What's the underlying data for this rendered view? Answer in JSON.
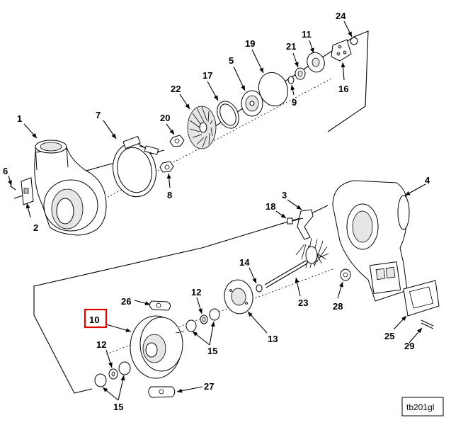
{
  "diagram": {
    "figure_id": "tb201gl",
    "highlight_color": "#e00000",
    "callouts": [
      {
        "label": "1"
      },
      {
        "label": "2"
      },
      {
        "label": "3"
      },
      {
        "label": "4"
      },
      {
        "label": "5"
      },
      {
        "label": "6"
      },
      {
        "label": "7"
      },
      {
        "label": "8"
      },
      {
        "label": "9"
      },
      {
        "label": "10",
        "highlighted": true
      },
      {
        "label": "11"
      },
      {
        "label": "12"
      },
      {
        "label": "12"
      },
      {
        "label": "13"
      },
      {
        "label": "14"
      },
      {
        "label": "15"
      },
      {
        "label": "15"
      },
      {
        "label": "16"
      },
      {
        "label": "17"
      },
      {
        "label": "18"
      },
      {
        "label": "19"
      },
      {
        "label": "20"
      },
      {
        "label": "21"
      },
      {
        "label": "22"
      },
      {
        "label": "23"
      },
      {
        "label": "24"
      },
      {
        "label": "25"
      },
      {
        "label": "26"
      },
      {
        "label": "27"
      },
      {
        "label": "28"
      },
      {
        "label": "29"
      }
    ]
  }
}
